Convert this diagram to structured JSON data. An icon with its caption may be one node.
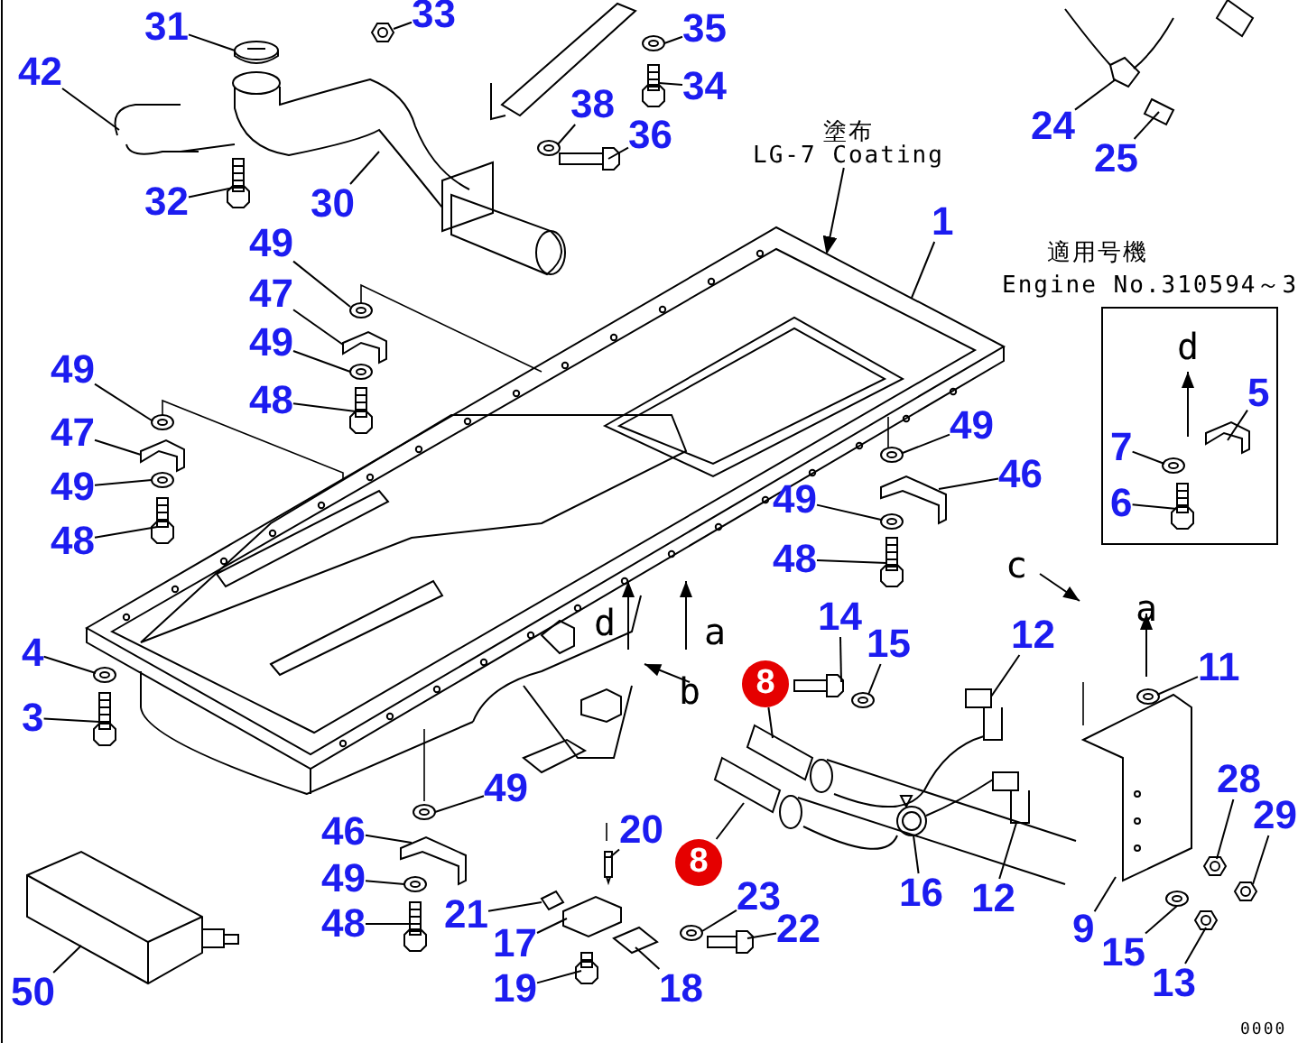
{
  "diagram": {
    "nodes": [
      {
        "text": [
          "31"
        ]
      },
      {
        "text": [
          "33"
        ]
      },
      {
        "text": [
          "35"
        ]
      },
      {
        "text": [
          "42"
        ]
      },
      {
        "text": [
          "34"
        ]
      },
      {
        "text": [
          "38"
        ]
      },
      {
        "text": [
          "24"
        ]
      },
      {
        "text": [
          "36"
        ]
      },
      {
        "text": [
          "25"
        ]
      },
      {
        "text": [
          "塗布",
          "LG-7 Coating"
        ]
      },
      {
        "text": [
          "32"
        ]
      },
      {
        "text": [
          "30"
        ]
      },
      {
        "text": [
          "1"
        ]
      },
      {
        "text": [
          "49"
        ]
      },
      {
        "text": [
          "47"
        ]
      },
      {
        "text": [
          "49"
        ]
      },
      {
        "text": [
          "48"
        ]
      },
      {
        "text": [
          "49"
        ]
      },
      {
        "text": [
          "47"
        ]
      },
      {
        "text": [
          "49"
        ]
      },
      {
        "text": [
          "48"
        ]
      },
      {
        "text": [],
        "shape": "box"
      },
      {
        "text": [
          "5"
        ],
        "in": 21
      },
      {
        "text": [
          "7"
        ],
        "in": 21
      },
      {
        "text": [
          "6"
        ],
        "in": 21
      },
      {
        "text": [
          "49"
        ]
      },
      {
        "text": [
          "46"
        ]
      },
      {
        "text": [
          "49"
        ]
      },
      {
        "text": [
          "48"
        ]
      },
      {
        "text": [
          "11"
        ]
      },
      {
        "text": [
          "14"
        ]
      },
      {
        "text": [
          "15"
        ]
      },
      {
        "text": [
          "12"
        ]
      },
      {
        "text": [
          "8"
        ]
      },
      {
        "text": [
          "4"
        ]
      },
      {
        "text": [
          "3"
        ]
      },
      {
        "text": [
          "28"
        ]
      },
      {
        "text": [
          "29"
        ]
      },
      {
        "text": [
          "49"
        ]
      },
      {
        "text": [
          "20"
        ]
      },
      {
        "text": [
          "46"
        ]
      },
      {
        "text": [
          "16"
        ]
      },
      {
        "text": [
          "8"
        ]
      },
      {
        "text": [
          "12"
        ]
      },
      {
        "text": [
          "49"
        ]
      },
      {
        "text": [
          "23"
        ]
      },
      {
        "text": [
          "21"
        ]
      },
      {
        "text": [
          "22"
        ]
      },
      {
        "text": [
          "9"
        ]
      },
      {
        "text": [
          "15"
        ]
      },
      {
        "text": [
          "17"
        ]
      },
      {
        "text": [
          "48"
        ]
      },
      {
        "text": [
          "13"
        ]
      },
      {
        "text": [
          "18"
        ]
      },
      {
        "text": [
          "19"
        ]
      },
      {
        "text": [
          "50"
        ]
      },
      {
        "text": [],
        "shape": "picture"
      },
      {
        "text": [],
        "shape": "picture"
      },
      {
        "text": [],
        "shape": "picture"
      },
      {
        "text": [],
        "shape": "picture"
      },
      {
        "text": [],
        "shape": "picture"
      },
      {
        "text": [],
        "shape": "picture"
      },
      {
        "text": [],
        "shape": "picture"
      },
      {
        "text": [],
        "shape": "picture"
      },
      {
        "text": [],
        "shape": "picture"
      },
      {
        "text": [],
        "shape": "picture"
      },
      {
        "text": [],
        "shape": "picture"
      },
      {
        "text": [],
        "shape": "picture"
      },
      {
        "text": [],
        "shape": "picture"
      },
      {
        "text": [],
        "shape": "picture"
      },
      {
        "text": [],
        "shape": "picture"
      },
      {
        "text": [],
        "shape": "picture"
      },
      {
        "text": [],
        "shape": "picture"
      },
      {
        "text": [],
        "shape": "picture"
      },
      {
        "text": [],
        "shape": "picture"
      },
      {
        "text": [],
        "shape": "picture"
      },
      {
        "text": [],
        "shape": "picture",
        "in": 21
      },
      {
        "text": [],
        "shape": "picture",
        "in": 21
      },
      {
        "text": [],
        "shape": "picture",
        "in": 21
      },
      {
        "text": [],
        "shape": "picture"
      },
      {
        "text": [],
        "shape": "picture"
      },
      {
        "text": [],
        "shape": "picture"
      },
      {
        "text": [],
        "shape": "picture"
      },
      {
        "text": [],
        "shape": "picture"
      },
      {
        "text": [],
        "shape": "picture"
      },
      {
        "text": [],
        "shape": "picture"
      },
      {
        "text": [],
        "shape": "picture"
      },
      {
        "text": [],
        "shape": "picture"
      },
      {
        "text": [],
        "shape": "picture"
      },
      {
        "text": [],
        "shape": "picture"
      },
      {
        "text": [],
        "shape": "picture"
      },
      {
        "text": [],
        "shape": "picture"
      },
      {
        "text": [],
        "shape": "picture"
      },
      {
        "text": [],
        "shape": "picture"
      },
      {
        "text": [],
        "shape": "picture"
      },
      {
        "text": [],
        "shape": "picture"
      },
      {
        "text": [],
        "shape": "picture"
      },
      {
        "text": [],
        "shape": "picture"
      },
      {
        "text": [],
        "shape": "picture"
      },
      {
        "text": [],
        "shape": "picture"
      },
      {
        "text": [],
        "shape": "picture"
      },
      {
        "text": [],
        "shape": "picture"
      },
      {
        "text": [],
        "shape": "picture"
      },
      {
        "text": [],
        "shape": "picture"
      },
      {
        "text": [],
        "shape": "picture"
      },
      {
        "text": [],
        "shape": "picture"
      },
      {
        "text": [],
        "shape": "picture"
      },
      {
        "text": [],
        "shape": "picture"
      },
      {
        "text": [],
        "shape": "picture"
      },
      {
        "text": [],
        "shape": "picture"
      }
    ],
    "edges": [
      {
        "from": 0,
        "to": 56,
        "arrow": "none"
      },
      {
        "from": 1,
        "to": 57,
        "arrow": "none"
      },
      {
        "from": 2,
        "to": 58,
        "arrow": "none"
      },
      {
        "from": 3,
        "to": 59,
        "arrow": "none"
      },
      {
        "from": 4,
        "to": 60,
        "arrow": "none"
      },
      {
        "from": 5,
        "to": 61,
        "arrow": "none"
      },
      {
        "from": 6,
        "to": 62,
        "arrow": "none"
      },
      {
        "from": 7,
        "to": 63,
        "arrow": "none"
      },
      {
        "from": 8,
        "to": 64,
        "arrow": "none"
      },
      {
        "from": 9,
        "to": 65,
        "arrow": "to"
      },
      {
        "from": 10,
        "to": 66,
        "arrow": "none"
      },
      {
        "from": 11,
        "to": 67,
        "arrow": "none"
      },
      {
        "from": 12,
        "to": 65,
        "arrow": "none"
      },
      {
        "from": 13,
        "to": 68,
        "arrow": "none"
      },
      {
        "from": 14,
        "to": 69,
        "arrow": "none"
      },
      {
        "from": 15,
        "to": 70,
        "arrow": "none"
      },
      {
        "from": 16,
        "to": 71,
        "arrow": "none"
      },
      {
        "from": 17,
        "to": 72,
        "arrow": "none"
      },
      {
        "from": 18,
        "to": 73,
        "arrow": "none"
      },
      {
        "from": 19,
        "to": 74,
        "arrow": "none"
      },
      {
        "from": 20,
        "to": 75,
        "arrow": "none"
      },
      {
        "from": 22,
        "to": 76,
        "arrow": "none"
      },
      {
        "from": 23,
        "to": 77,
        "arrow": "none"
      },
      {
        "from": 24,
        "to": 78,
        "arrow": "none"
      },
      {
        "from": 25,
        "to": 79,
        "arrow": "none"
      },
      {
        "from": 26,
        "to": 80,
        "arrow": "none"
      },
      {
        "from": 27,
        "to": 81,
        "arrow": "none"
      },
      {
        "from": 28,
        "to": 82,
        "arrow": "none"
      },
      {
        "from": 29,
        "to": 83,
        "arrow": "none"
      },
      {
        "from": 30,
        "to": 84,
        "arrow": "none"
      },
      {
        "from": 31,
        "to": 85,
        "arrow": "none"
      },
      {
        "from": 32,
        "to": 86,
        "arrow": "none"
      },
      {
        "from": 33,
        "to": 87,
        "arrow": "none"
      },
      {
        "from": 34,
        "to": 88,
        "arrow": "none"
      },
      {
        "from": 35,
        "to": 89,
        "arrow": "none"
      },
      {
        "from": 36,
        "to": 90,
        "arrow": "none"
      },
      {
        "from": 37,
        "to": 91,
        "arrow": "none"
      },
      {
        "from": 38,
        "to": 92,
        "arrow": "none"
      },
      {
        "from": 39,
        "to": 93,
        "arrow": "none"
      },
      {
        "from": 40,
        "to": 94,
        "arrow": "none"
      },
      {
        "from": 41,
        "to": 95,
        "arrow": "none"
      },
      {
        "from": 42,
        "to": 96,
        "arrow": "none"
      },
      {
        "from": 43,
        "to": 97,
        "arrow": "none"
      },
      {
        "from": 44,
        "to": 98,
        "arrow": "none"
      },
      {
        "from": 45,
        "to": 99,
        "arrow": "none"
      },
      {
        "from": 46,
        "to": 100,
        "arrow": "none"
      },
      {
        "from": 47,
        "to": 101,
        "arrow": "none"
      },
      {
        "from": 48,
        "to": 102,
        "arrow": "none"
      },
      {
        "from": 49,
        "to": 103,
        "arrow": "none"
      },
      {
        "from": 50,
        "to": 104,
        "arrow": "none"
      },
      {
        "from": 51,
        "to": 105,
        "arrow": "none"
      },
      {
        "from": 52,
        "to": 106,
        "arrow": "none"
      },
      {
        "from": 53,
        "to": 107,
        "arrow": "none"
      },
      {
        "from": 54,
        "to": 108,
        "arrow": "none"
      },
      {
        "from": 55,
        "to": 109,
        "arrow": "none"
      },
      {
        "from": 68,
        "to": 65,
        "arrow": "none"
      },
      {
        "from": 72,
        "to": 65,
        "arrow": "none"
      },
      {
        "from": 79,
        "to": 65,
        "arrow": "none"
      }
    ],
    "labels": [
      "適用号機",
      "Engine No.310594～3",
      "d",
      "d",
      "a",
      "c",
      "a",
      "b",
      "0000"
    ]
  }
}
